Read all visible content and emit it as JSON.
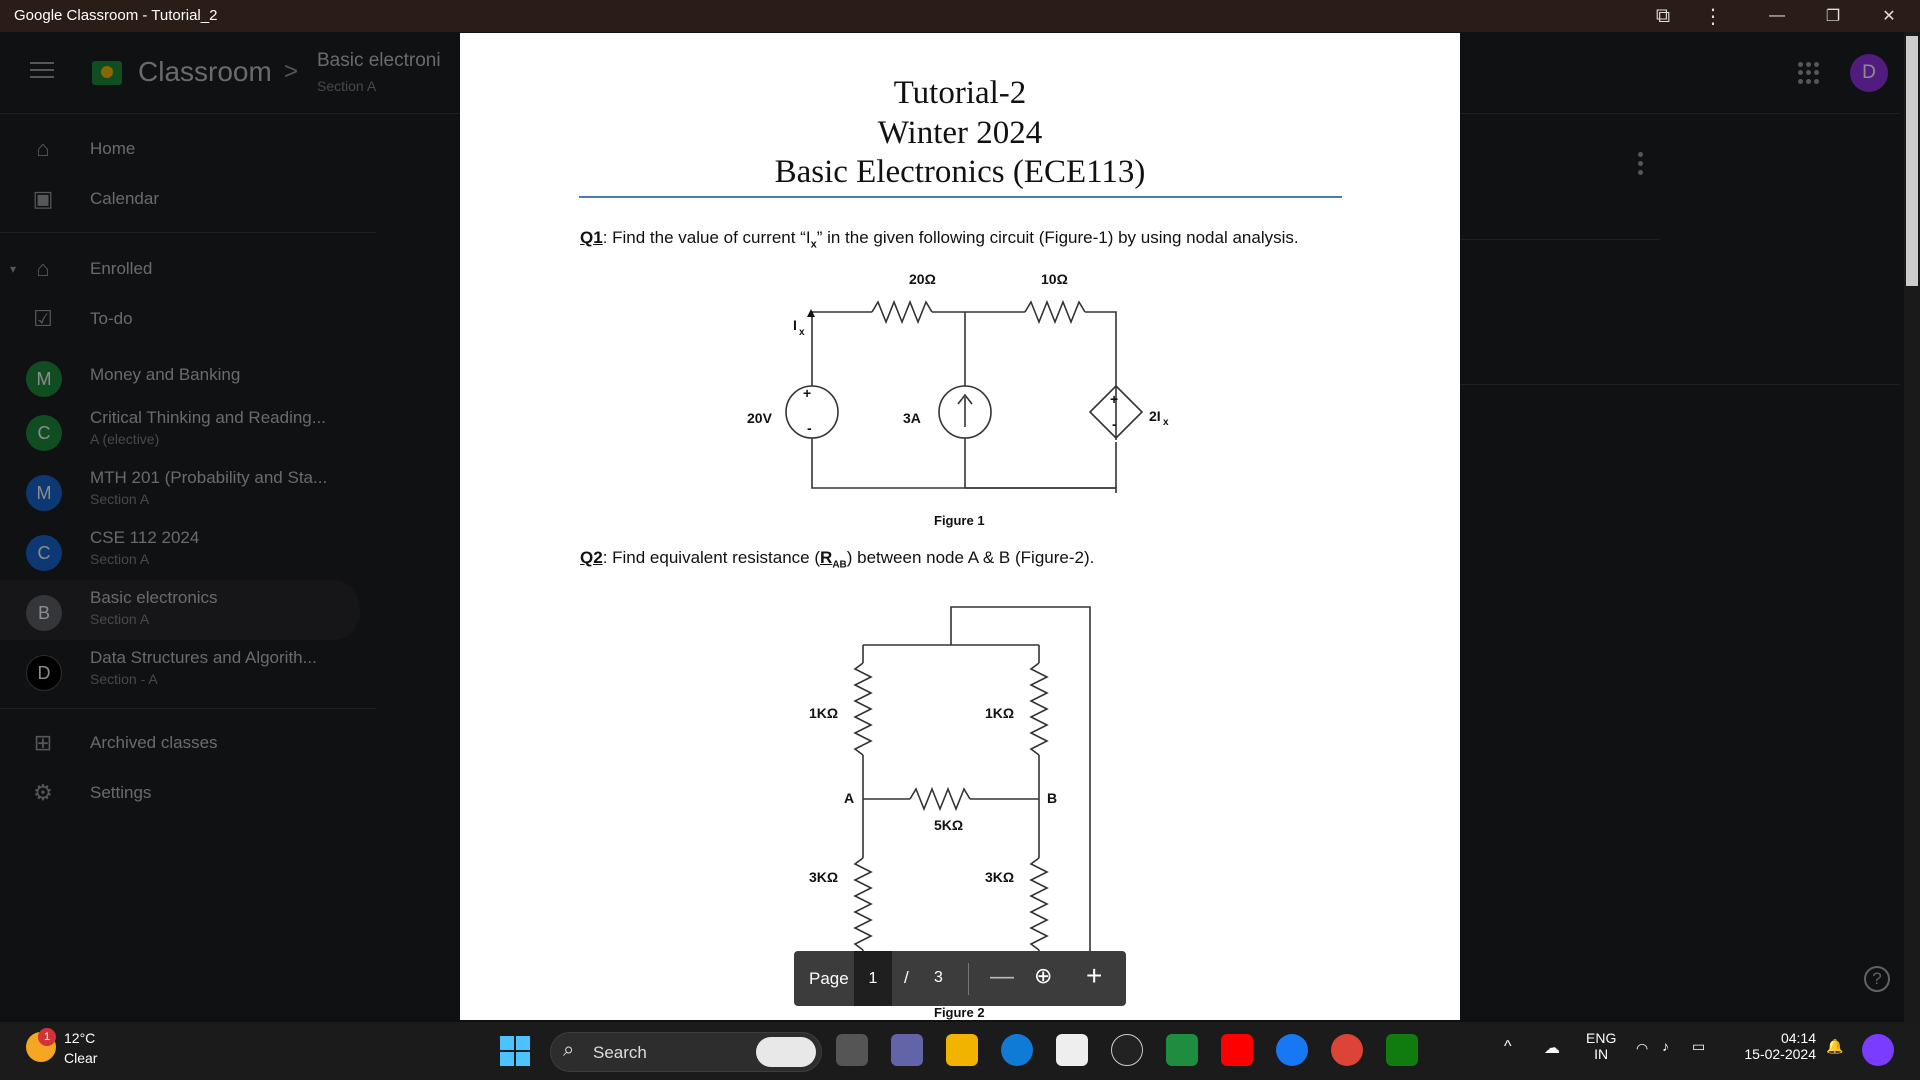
{
  "window": {
    "title": "Google Classroom - Tutorial_2",
    "minimize": "—",
    "restore": "❐",
    "close": "✕",
    "ext_icon": "⧉",
    "more": "⋮"
  },
  "header": {
    "brand": "Classroom",
    "crumb_sep": ">",
    "crumb_title": "Basic electroni",
    "crumb_sub": "Section A",
    "avatar": "D"
  },
  "sidebar": {
    "home": "Home",
    "calendar": "Calendar",
    "enrolled": "Enrolled",
    "todo": "To-do",
    "classes": [
      {
        "initial": "M",
        "name": "Money and Banking",
        "section": "",
        "color": "#1e8e3e"
      },
      {
        "initial": "C",
        "name": "Critical Thinking and Reading...",
        "section": "A (elective)",
        "color": "#1e8e3e"
      },
      {
        "initial": "M",
        "name": "MTH 201 (Probability and Sta...",
        "section": "Section A",
        "color": "#1967d2"
      },
      {
        "initial": "C",
        "name": "CSE 112 2024",
        "section": "Section A",
        "color": "#1967d2"
      },
      {
        "initial": "B",
        "name": "Basic electronics",
        "section": "Section A",
        "color": "#5f6368"
      },
      {
        "initial": "D",
        "name": "Data Structures and Algorith...",
        "section": "Section - A",
        "color": "#000000"
      }
    ],
    "archived": "Archived classes",
    "settings": "Settings"
  },
  "doc": {
    "title1": "Tutorial-2",
    "title2": "Winter 2024",
    "title3": "Basic Electronics (ECE113)",
    "q1_label": "Q1",
    "q1_a": ": Find the value of current “I",
    "q1_sub": "x",
    "q1_b": "” in the given following circuit (Figure-1) by using nodal analysis.",
    "fig1": {
      "r1": "20Ω",
      "r2": "10Ω",
      "ix": "I",
      "ix_sub": "x",
      "v": "20V",
      "cs": "3A",
      "dep": "2I",
      "dep_sub": "x",
      "plus": "+",
      "minus": "-",
      "caption": "Figure 1"
    },
    "q2_label": "Q2",
    "q2_a": ": Find equivalent resistance (",
    "q2_r": "R",
    "q2_sub": "AB",
    "q2_b": ") between node A & B (Figure-2).",
    "fig2": {
      "r_tl": "1KΩ",
      "r_tr": "1KΩ",
      "r_mid": "5KΩ",
      "r_bl": "3KΩ",
      "r_br": "3KΩ",
      "node_a": "A",
      "node_b": "B",
      "caption": "Figure 2"
    }
  },
  "pdf_toolbar": {
    "page_label": "Page",
    "page": "1",
    "slash": "/",
    "total": "3",
    "zoom_out": "—",
    "zoom_fit": "⊕",
    "zoom_in": "+"
  },
  "help": "?",
  "taskbar": {
    "temp": "12°C",
    "cond": "Clear",
    "badge": "1",
    "search": "Search",
    "lang1": "ENG",
    "lang2": "IN",
    "time": "04:14",
    "date": "15-02-2024",
    "chevron": "^"
  }
}
